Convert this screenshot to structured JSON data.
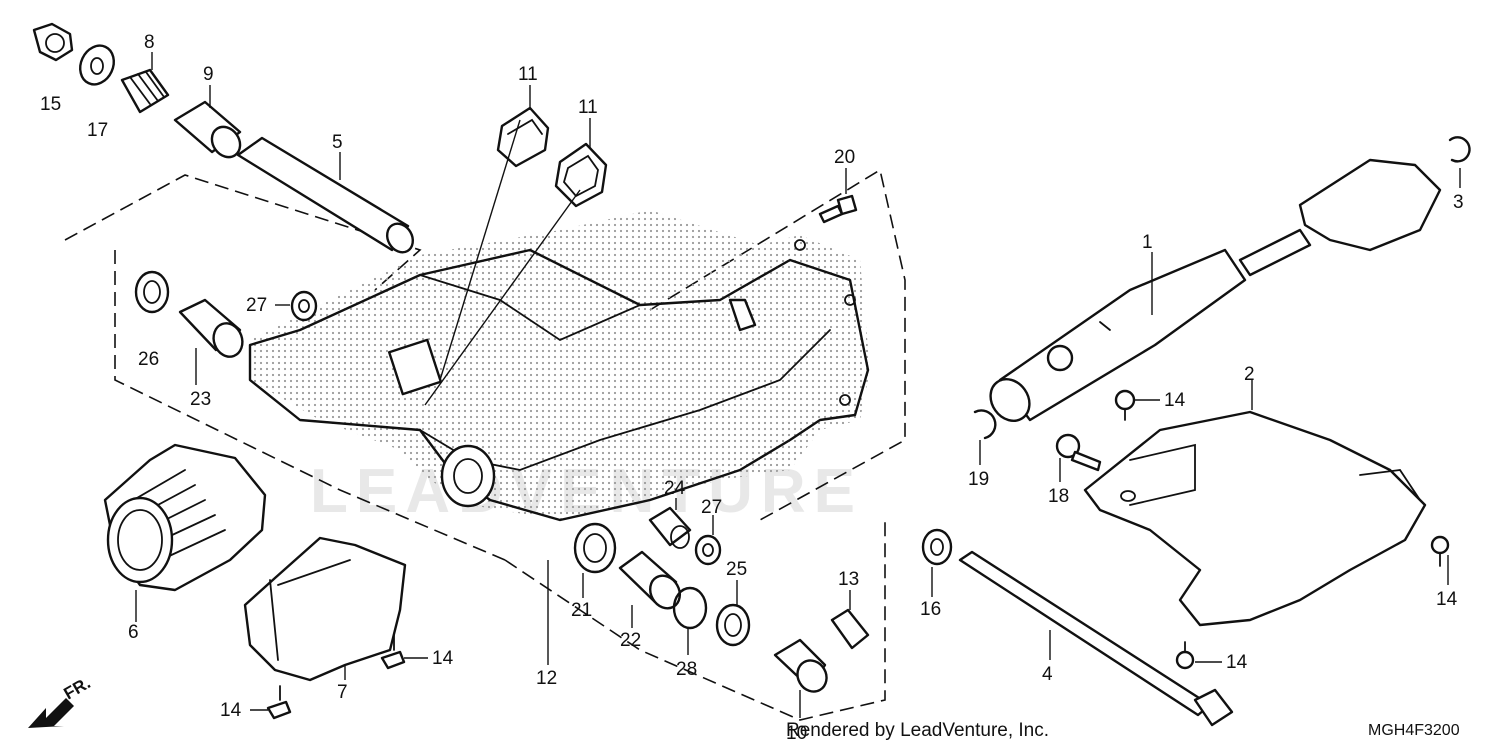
{
  "diagram": {
    "watermark": "LEADVENTURE",
    "credit": "Rendered by LeadVenture, Inc.",
    "diagram_code": "MGH4F3200",
    "direction_label": "FR.",
    "callouts": [
      "1",
      "2",
      "3",
      "4",
      "5",
      "6",
      "7",
      "8",
      "9",
      "10",
      "11",
      "11",
      "12",
      "13",
      "14",
      "14",
      "14",
      "14",
      "14",
      "15",
      "16",
      "17",
      "18",
      "19",
      "20",
      "21",
      "22",
      "23",
      "24",
      "25",
      "26",
      "27",
      "27",
      "28"
    ]
  }
}
